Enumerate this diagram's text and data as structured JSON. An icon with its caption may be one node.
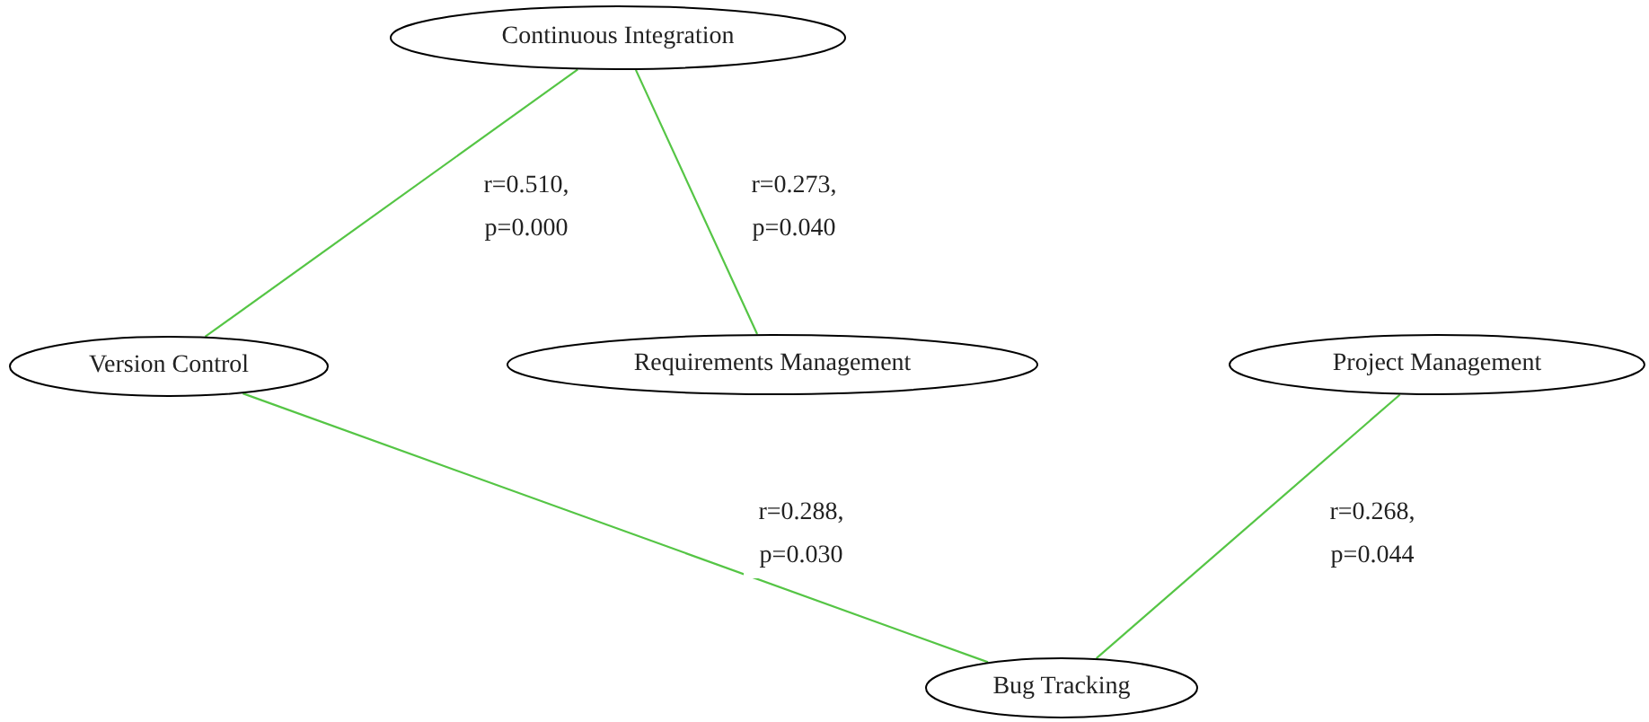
{
  "diagram": {
    "nodes": [
      {
        "text": [
          "Continuous Integration"
        ]
      },
      {
        "text": [
          "Version Control"
        ]
      },
      {
        "text": [
          "Requirements Management"
        ]
      },
      {
        "text": [
          "Project Management"
        ]
      },
      {
        "text": [
          "Bug Tracking"
        ]
      }
    ],
    "edges": [
      {
        "from": 0,
        "to": 1,
        "arrow": "none",
        "label": "r=0.510, p=0.000"
      },
      {
        "from": 0,
        "to": 2,
        "arrow": "none",
        "label": "r=0.273, p=0.040"
      },
      {
        "from": 1,
        "to": 4,
        "arrow": "none",
        "label": "r=0.288, p=0.030"
      },
      {
        "from": 3,
        "to": 4,
        "arrow": "none",
        "label": "r=0.268, p=0.044"
      }
    ]
  }
}
